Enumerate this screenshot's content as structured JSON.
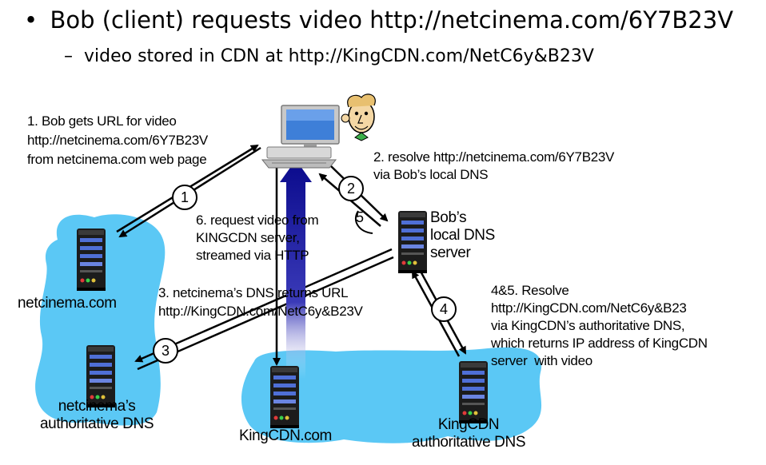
{
  "slide": {
    "bullet": "Bob  (client) requests video http://netcinema.com/6Y7B23V",
    "sub_bullet": "video stored in CDN at http://KingCDN.com/NetC6y&B23V"
  },
  "steps": {
    "step1": "1. Bob gets URL for video\nhttp://netcinema.com/6Y7B23V\nfrom netcinema.com web page",
    "step2": "2. resolve http://netcinema.com/6Y7B23V\nvia Bob’s local DNS",
    "step3": "3. netcinema’s DNS returns URL\nhttp://KingCDN.com/NetC6y&B23V",
    "step45": "4&5. Resolve\nhttp://KingCDN.com/NetC6y&B23\nvia KingCDN’s authoritative DNS,\nwhich returns IP address of KingCDN\nserver  with video",
    "step6": "6. request video from\nKINGCDN server,\nstreamed via HTTP"
  },
  "nodes": {
    "netcinema": "netcinema.com",
    "netcinema_dns": "netcinema’s\nauthoritative DNS",
    "kingcdn": "KingCDN.com",
    "kingcdn_dns": "KingCDN\nauthoritative DNS",
    "local_dns": "Bob’s\nlocal DNS\nserver"
  },
  "markers": {
    "m1": "1",
    "m2": "2",
    "m3": "3",
    "m4": "4",
    "m5": "5"
  },
  "colors": {
    "cloud": "#5bc8f5",
    "video_arrow": "#0a0a8c",
    "server_body": "#1c1c1c",
    "server_stripe": "#4f6fd6"
  },
  "icons": {
    "client": "desktop-computer-icon",
    "user": "bob-face-icon",
    "server": "server-tower-icon"
  }
}
